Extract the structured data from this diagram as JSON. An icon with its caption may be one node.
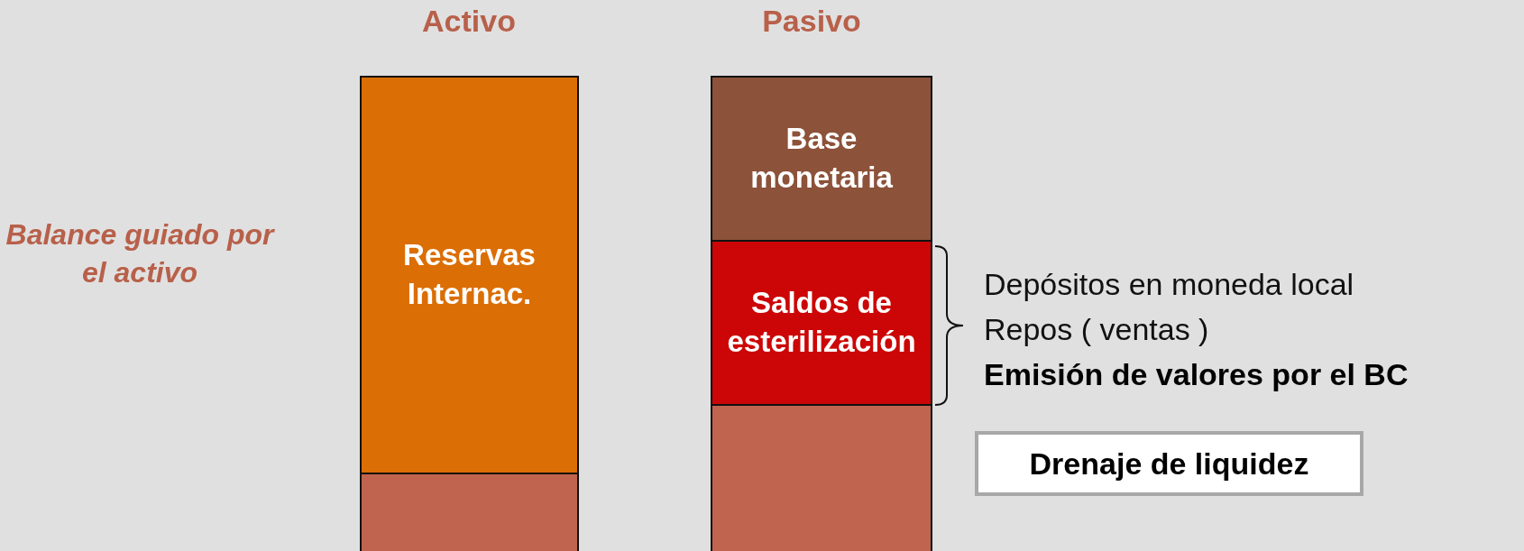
{
  "diagram": {
    "nodes": [
      {
        "text": [
          "Reservas Internac."
        ]
      },
      {
        "text": [],
        "shape": "box"
      },
      {
        "text": [
          "Base monetaria"
        ]
      },
      {
        "text": [
          "Saldos de esterilización"
        ]
      },
      {
        "text": [],
        "shape": "box"
      },
      {
        "text": [
          "Drenaje de liquidez"
        ]
      }
    ],
    "labels": [
      "Activo",
      "Pasivo",
      "Balance guiado por el activo",
      "Depósitos en moneda local",
      "Repos ( ventas )",
      "Emisión de valores por el BC"
    ]
  }
}
